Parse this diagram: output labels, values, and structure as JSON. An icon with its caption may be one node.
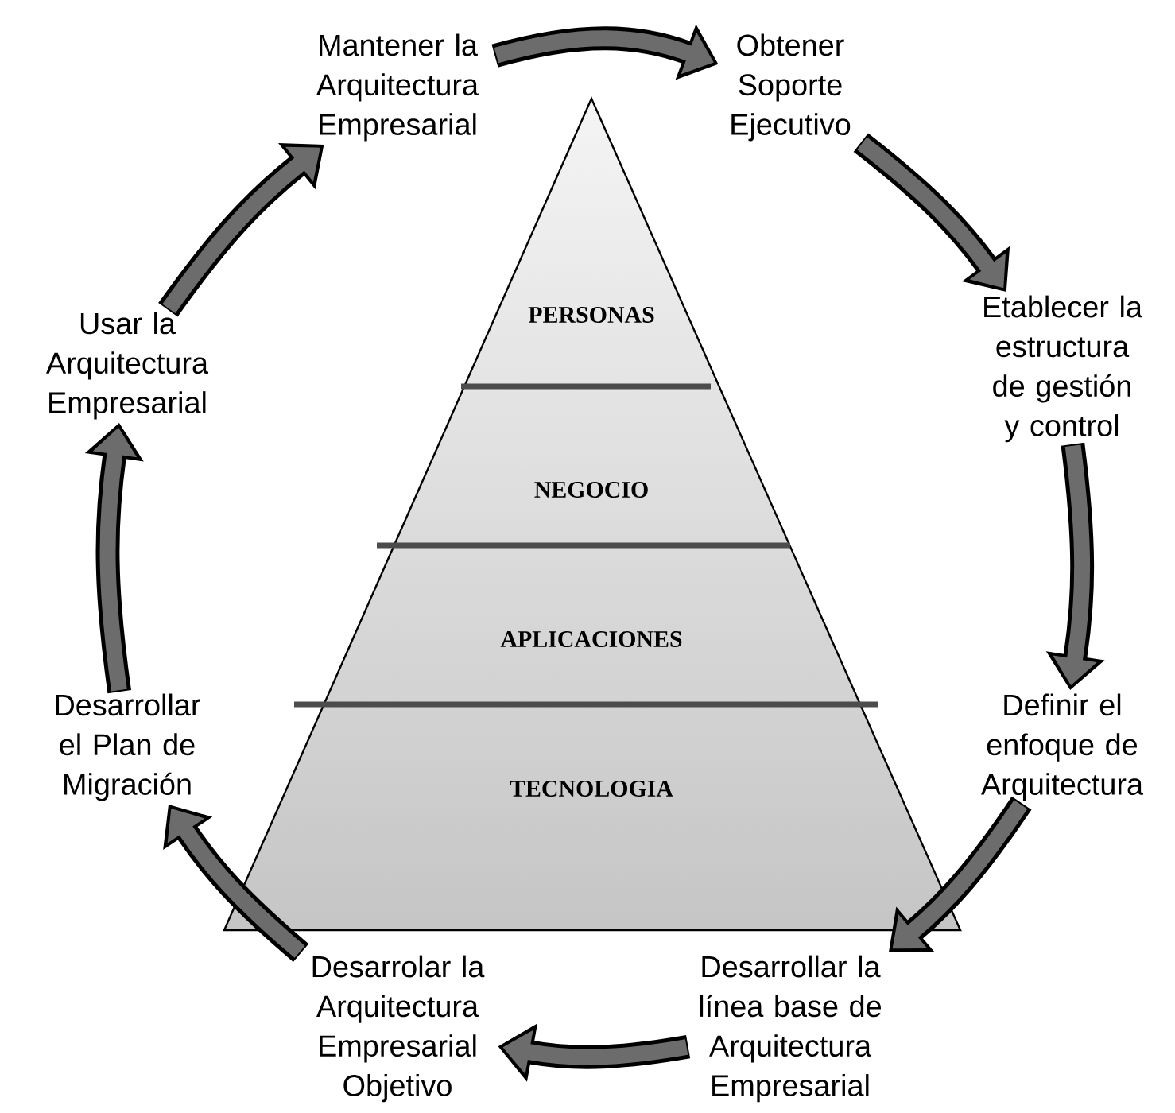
{
  "diagram": {
    "nodes": [
      {
        "text": [
          "Mantener la Arquitectura Empresarial"
        ]
      },
      {
        "text": [
          "Obtener Soporte Ejecutivo"
        ]
      },
      {
        "text": [
          "Usar la Arquitectura Empresarial"
        ]
      },
      {
        "text": [
          "Etablecer la estructura de gestión y control"
        ]
      },
      {
        "text": [
          "Desarrollar el Plan de Migración"
        ]
      },
      {
        "text": [
          "Definir el enfoque de Arquitectura"
        ]
      },
      {
        "text": [
          "Desarrolar la Arquitectura Empresarial Objetivo"
        ]
      },
      {
        "text": [
          "Desarrollar la línea base de Arquitectura Empresarial"
        ]
      }
    ],
    "edges": [
      {
        "from": 0,
        "to": 1,
        "arrow": "to"
      },
      {
        "from": 1,
        "to": 3,
        "arrow": "to"
      },
      {
        "from": 3,
        "to": 5,
        "arrow": "to"
      },
      {
        "from": 5,
        "to": 7,
        "arrow": "to"
      },
      {
        "from": 7,
        "to": 6,
        "arrow": "to"
      },
      {
        "from": 6,
        "to": 4,
        "arrow": "to"
      },
      {
        "from": 4,
        "to": 2,
        "arrow": "to"
      },
      {
        "from": 2,
        "to": 0,
        "arrow": "to"
      }
    ],
    "labels": [
      "PERSONAS",
      "NEGOCIO",
      "APLICACIONES",
      "TECNOLOGIA"
    ]
  }
}
